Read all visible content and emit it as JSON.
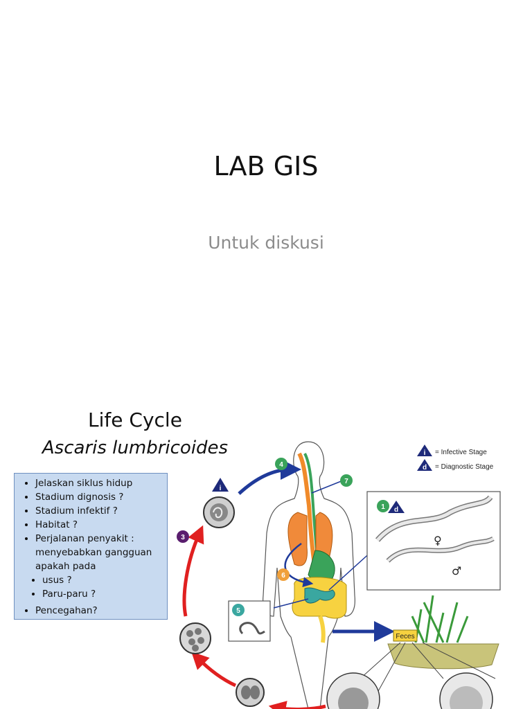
{
  "slide1": {
    "title": "LAB GIS",
    "subtitle": "Untuk diskusi"
  },
  "slide2": {
    "title_line1": "Life Cycle",
    "title_line2": "Ascaris lumbricoides",
    "questions": [
      "Jelaskan siklus hidup",
      "Stadium dignosis ?",
      "Stadium infektif ?",
      "Habitat ?",
      "Perjalanan penyakit : menyebabkan gangguan apakah pada"
    ],
    "sub_questions": [
      "usus ?",
      "Paru-paru ?"
    ],
    "last_question": "Pencegahan?",
    "legend": {
      "infective_symbol": "i",
      "infective_label": "= Infective Stage",
      "diagnostic_symbol": "d",
      "diagnostic_label": "= Diagnostic Stage"
    },
    "feces_label": "Feces",
    "stage_numbers": [
      "1",
      "3",
      "4",
      "5",
      "6",
      "7"
    ],
    "male_symbol": "♂",
    "female_symbol": "♀",
    "colors": {
      "stage_green": "#3aa35a",
      "stage_teal": "#3aa7a0",
      "stage_orange": "#f0a03a",
      "stage_purple": "#5a1e6e",
      "triangle_navy": "#1e2a7a",
      "red_arrow": "#e02020",
      "blue_arrow": "#1f3a9a",
      "question_box": "#c8daf0"
    }
  }
}
